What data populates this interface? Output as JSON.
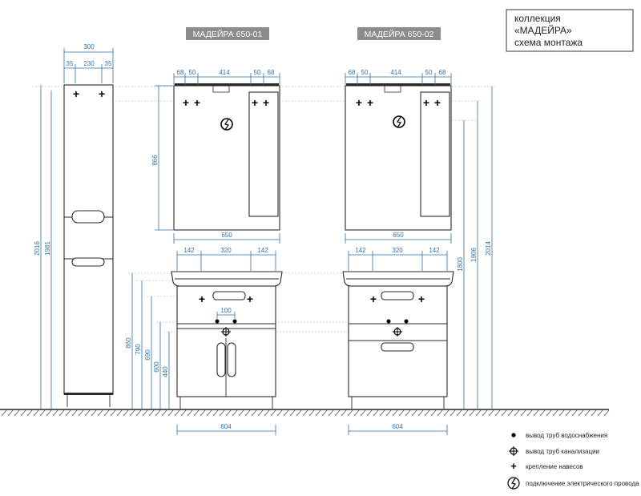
{
  "title": {
    "line1": "коллекция",
    "line2": "«МАДЕЙРА»",
    "line3": "схема монтажа"
  },
  "labels": {
    "model_left": "МАДЕЙРА 650-01",
    "model_right": "МАДЕЙРА 650-02"
  },
  "dimensions": {
    "pencase_width": "300",
    "pencase_side_left": "35",
    "pencase_middle": "230",
    "pencase_side_right": "35",
    "pencase_height_total": "2016",
    "pencase_height_body": "1981",
    "mirror_left_68a": "68",
    "mirror_left_50a": "50",
    "mirror_left_414": "414",
    "mirror_left_50b": "50",
    "mirror_left_68b": "68",
    "mirror_right_68a": "68",
    "mirror_right_50a": "50",
    "mirror_right_414": "414",
    "mirror_right_50b": "50",
    "mirror_right_68b": "68",
    "mirror_height": "866",
    "mirror_width_left": "650",
    "mirror_width_right": "650",
    "vanity_left_142a": "142",
    "vanity_left_320": "320",
    "vanity_left_142b": "142",
    "vanity_right_142a": "142",
    "vanity_right_320": "320",
    "vanity_right_142b": "142",
    "pipe_spacing": "100",
    "h860": "860",
    "h790": "790",
    "h690": "690",
    "h600": "600",
    "h440": "440",
    "h1800": "1800",
    "h1906": "1906",
    "h2014": "2014",
    "base_width_left": "604",
    "base_width_right": "604"
  },
  "legend": {
    "water": "вывод труб водоснабжения",
    "drain": "вывод труб канализации",
    "mount": "крепление навесов",
    "power": "подключение электрического провода"
  },
  "colors": {
    "dimension": "#2f6fa6",
    "outline": "#2a2a2a",
    "label_box": "#8c8c8c"
  }
}
